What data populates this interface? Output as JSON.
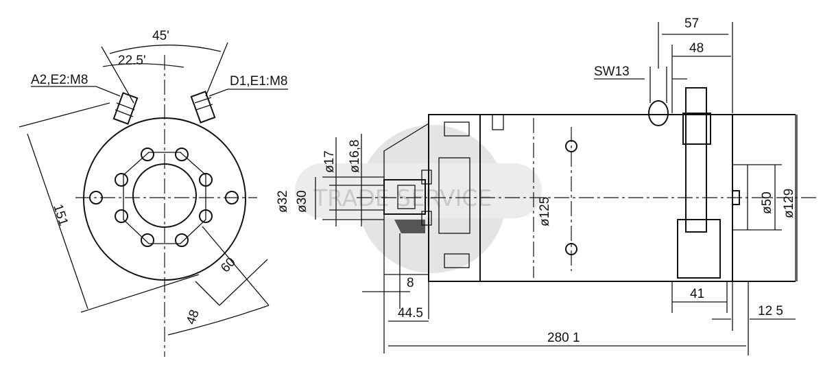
{
  "drawing": {
    "watermark": "TRADE SERVICE",
    "front_view": {
      "angle_total": "45'",
      "angle_half": "22.5'",
      "terminal_left": "A2,E2:M8",
      "terminal_right": "D1,E1:M8",
      "dim_diagonal": "151",
      "dim_bolt": "60",
      "dim_mount": "48"
    },
    "side_view": {
      "dim_shaft_17": "ø17",
      "dim_shaft_16_8": "ø16,8",
      "dim_32": "ø32",
      "dim_30": "ø30",
      "dim_body": "ø125",
      "dim_8": "8",
      "dim_44_5": "44.5",
      "dim_total": "280 1",
      "dim_57": "57",
      "dim_48": "48",
      "wrench": "SW13",
      "dim_50": "ø50",
      "dim_129": "ø129",
      "dim_41": "41",
      "dim_12_5": "12 5"
    }
  },
  "colors": {
    "line": "#111111",
    "watermark": "#c9c9c9"
  }
}
